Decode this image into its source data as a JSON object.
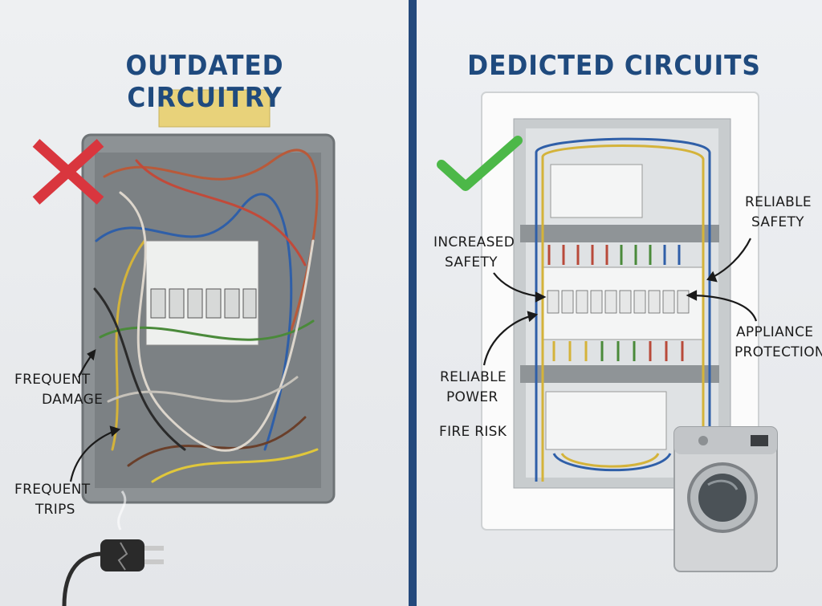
{
  "left": {
    "heading": "OUTDATED CIRCUITRY",
    "labels": {
      "frequent_damage": [
        "FREQUENT",
        "DAMAGE"
      ],
      "frequent_trips": [
        "FREQUENT",
        "TRIPS"
      ]
    }
  },
  "right": {
    "heading": "DEDICTED CIRCUITS",
    "labels": {
      "increased_safety": [
        "INCREASED",
        "SAFETY"
      ],
      "reliable_safety": [
        "RELIABLE",
        "SAFETY"
      ],
      "appliance_protection": [
        "APPLIANCE",
        "PROTECTION"
      ],
      "reliable_power": [
        "RELIABLE",
        "POWER"
      ],
      "fire_risk": "FIRE RISK"
    }
  },
  "colors": {
    "heading": "#1f4a7e",
    "divider": "#24497c",
    "cross": "#d9363e",
    "check": "#4cb848"
  },
  "icons": [
    "cross-mark-icon",
    "check-mark-icon",
    "plug-icon",
    "washing-machine-icon"
  ]
}
